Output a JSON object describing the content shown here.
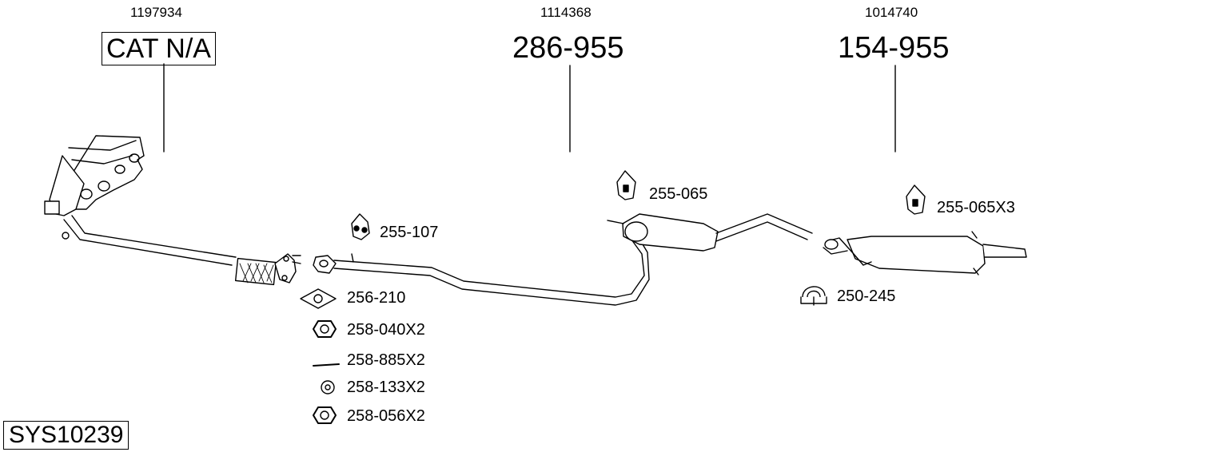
{
  "groups": [
    {
      "code": "1197934",
      "part": "CAT N/A"
    },
    {
      "code": "1114368",
      "part": "286-955"
    },
    {
      "code": "1014740",
      "part": "154-955"
    }
  ],
  "parts": {
    "hanger_front": "255-107",
    "gasket": "256-210",
    "nut_a": "258-040X2",
    "bolt": "258-885X2",
    "washer": "258-133X2",
    "nut_b": "258-056X2",
    "hanger_mid": "255-065",
    "hanger_rear": "255-065X3",
    "clamp": "250-245"
  },
  "system_id": "SYS10239"
}
